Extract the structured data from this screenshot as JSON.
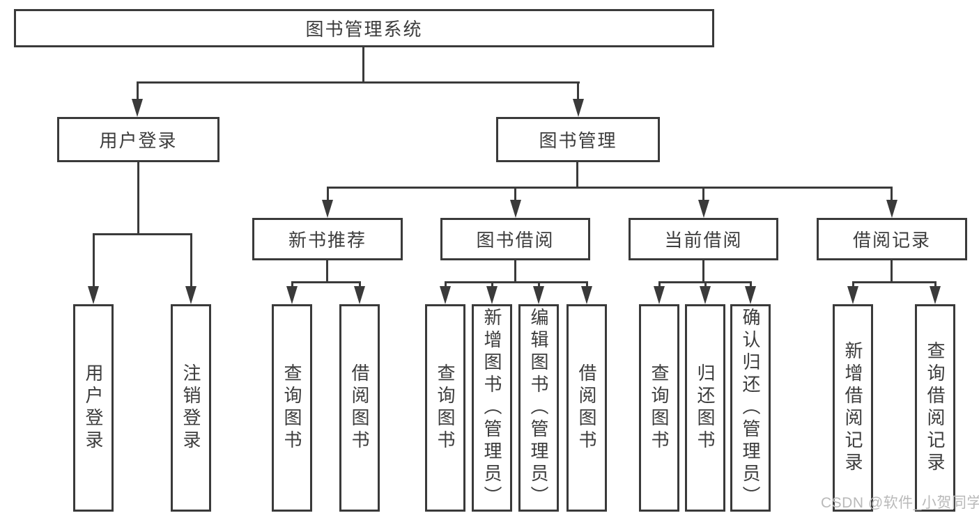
{
  "diagram": {
    "title": "图书管理系统",
    "level2": [
      "用户登录",
      "图书管理"
    ],
    "level3": [
      "新书推荐",
      "图书借阅",
      "当前借阅",
      "借阅记录"
    ],
    "leaves": {
      "user_login": [
        "用户登录",
        "注销登录"
      ],
      "new_book": [
        "查询图书",
        "借阅图书"
      ],
      "book_borrow": [
        "查询图书",
        "新增图书（管理员）",
        "编辑图书（管理员）",
        "借阅图书"
      ],
      "current_borrow": [
        "查询图书",
        "归还图书",
        "确认归还（管理员）"
      ],
      "borrow_records": [
        "新增借阅记录",
        "查询借阅记录"
      ]
    },
    "watermark": "CSDN @软件_小贺同学",
    "colors": {
      "line": "#3a3a3a",
      "text": "#3c3c3c",
      "watermark": "#b9b9b9",
      "background": "#ffffff"
    }
  }
}
